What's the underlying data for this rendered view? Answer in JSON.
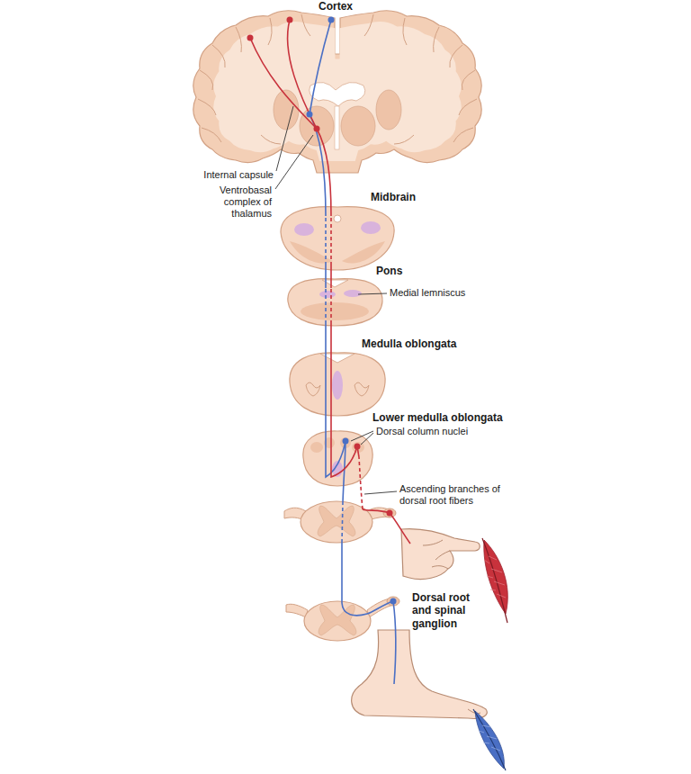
{
  "diagram": {
    "labels": [
      "Cortex",
      "Internal capsule",
      "Ventrobasal complex of thalamus",
      "Midbrain",
      "Pons",
      "Medial lemniscus",
      "Medulla oblongata",
      "Lower medulla oblongata",
      "Dorsal column nuclei",
      "Ascending branches of dorsal root fibers",
      "Dorsal root and spinal ganglion"
    ]
  }
}
